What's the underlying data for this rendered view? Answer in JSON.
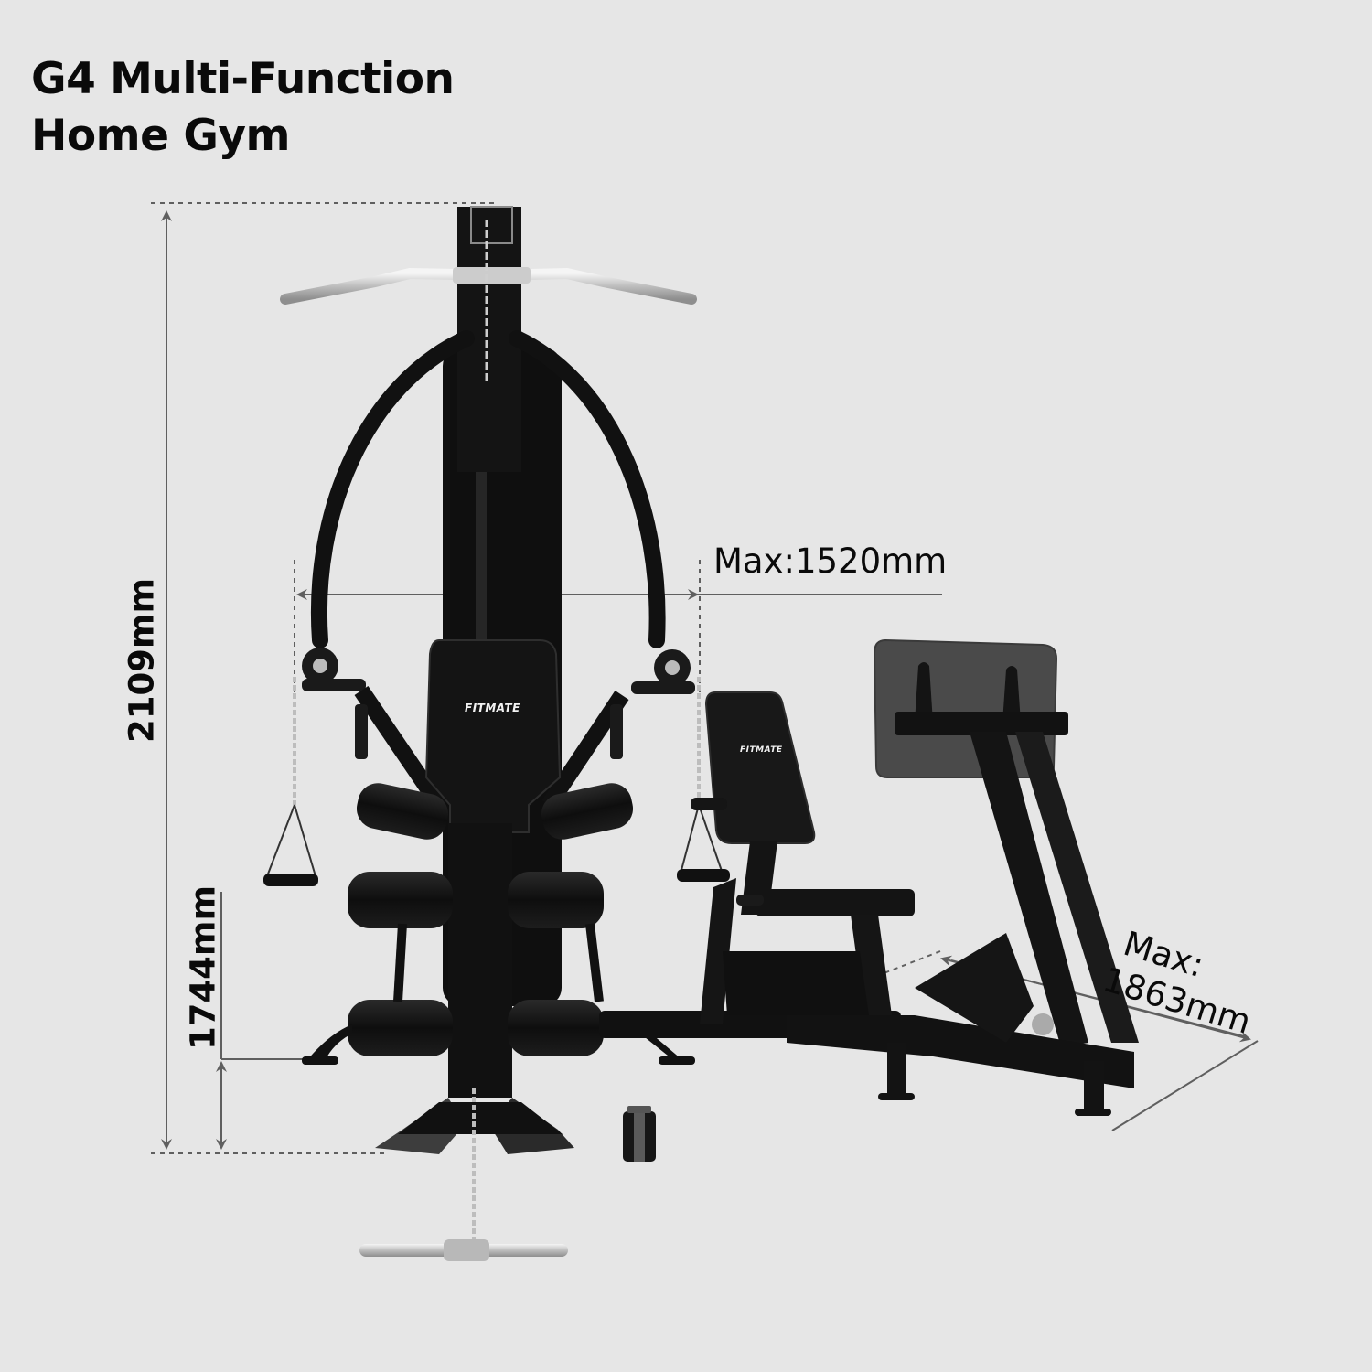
{
  "title": {
    "line1": "G4 Multi-Function",
    "line2": "Home Gym"
  },
  "dimensions": {
    "height": {
      "label": "2109mm",
      "value": 2109,
      "unit": "mm",
      "orientation": "vertical"
    },
    "seat_height": {
      "label": "1744mm",
      "value": 1744,
      "unit": "mm",
      "orientation": "vertical"
    },
    "width": {
      "prefix": "Max",
      "separator": ":",
      "label": "1520mm",
      "value": 1520,
      "unit": "mm",
      "orientation": "horizontal"
    },
    "depth": {
      "prefix": "Max:",
      "label": "1863mm",
      "value": 1863,
      "unit": "mm",
      "orientation": "diagonal"
    }
  },
  "product": {
    "brand_main_seat": "FITMATE",
    "brand_leg_press_seat": "FITMATE",
    "components": [
      "lat-pulldown-bar",
      "weight-stack-tower",
      "pec-deck-arms",
      "back-pad",
      "leg-rollers",
      "cable-handles",
      "leg-press-station",
      "foot-plate",
      "low-row-handle",
      "ankle-strap"
    ]
  },
  "colors": {
    "background": "#e6e6e6",
    "text": "#0a0a0a",
    "dimension_line": "#5f5f5f",
    "machine": "#141414",
    "chrome": "#cfcfcf",
    "foot_plate": "#4a4a4a"
  }
}
